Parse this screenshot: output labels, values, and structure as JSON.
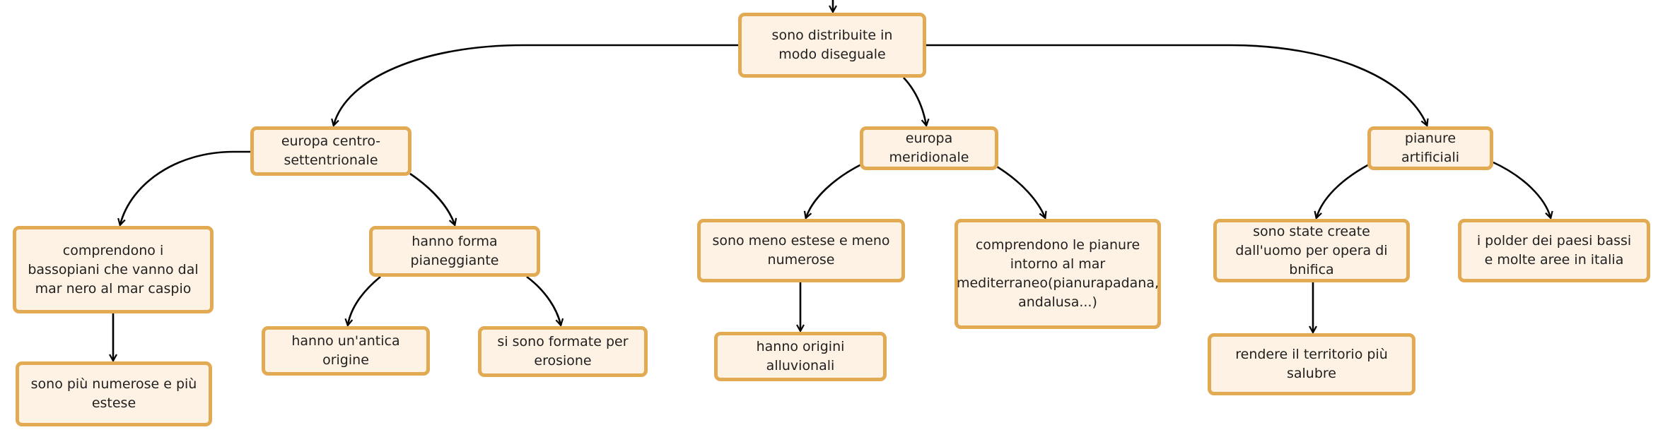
{
  "diagram": {
    "nodes": {
      "root": "sono distribuite in modo diseguale",
      "n1": "europa centro-settentrionale",
      "n2": "europa meridionale",
      "n3": "pianure artificiali",
      "n1a": "comprendono i bassopiani che vanno dal mar nero al mar caspio",
      "n1a1": "sono più numerose e più estese",
      "n1b": "hanno forma pianeggiante",
      "n1b1": "hanno un'antica origine",
      "n1b2": "si sono formate  per erosione",
      "n2a": "sono meno estese e meno numerose",
      "n2a1": "hanno origini alluvionali",
      "n2b": "comprendono le pianure intorno al mar mediterraneo(pianurapadana, andalusa...)",
      "n3a": "sono state create dall'uomo per opera di bnifica",
      "n3a1": "rendere il territorio più salubre",
      "n3b": "i polder dei paesi bassi e molte aree in italia"
    },
    "colors": {
      "node_fill": "#fdf2e4",
      "node_border": "#e2aa52",
      "edge": "#000000",
      "text": "#1f1f1f"
    }
  }
}
